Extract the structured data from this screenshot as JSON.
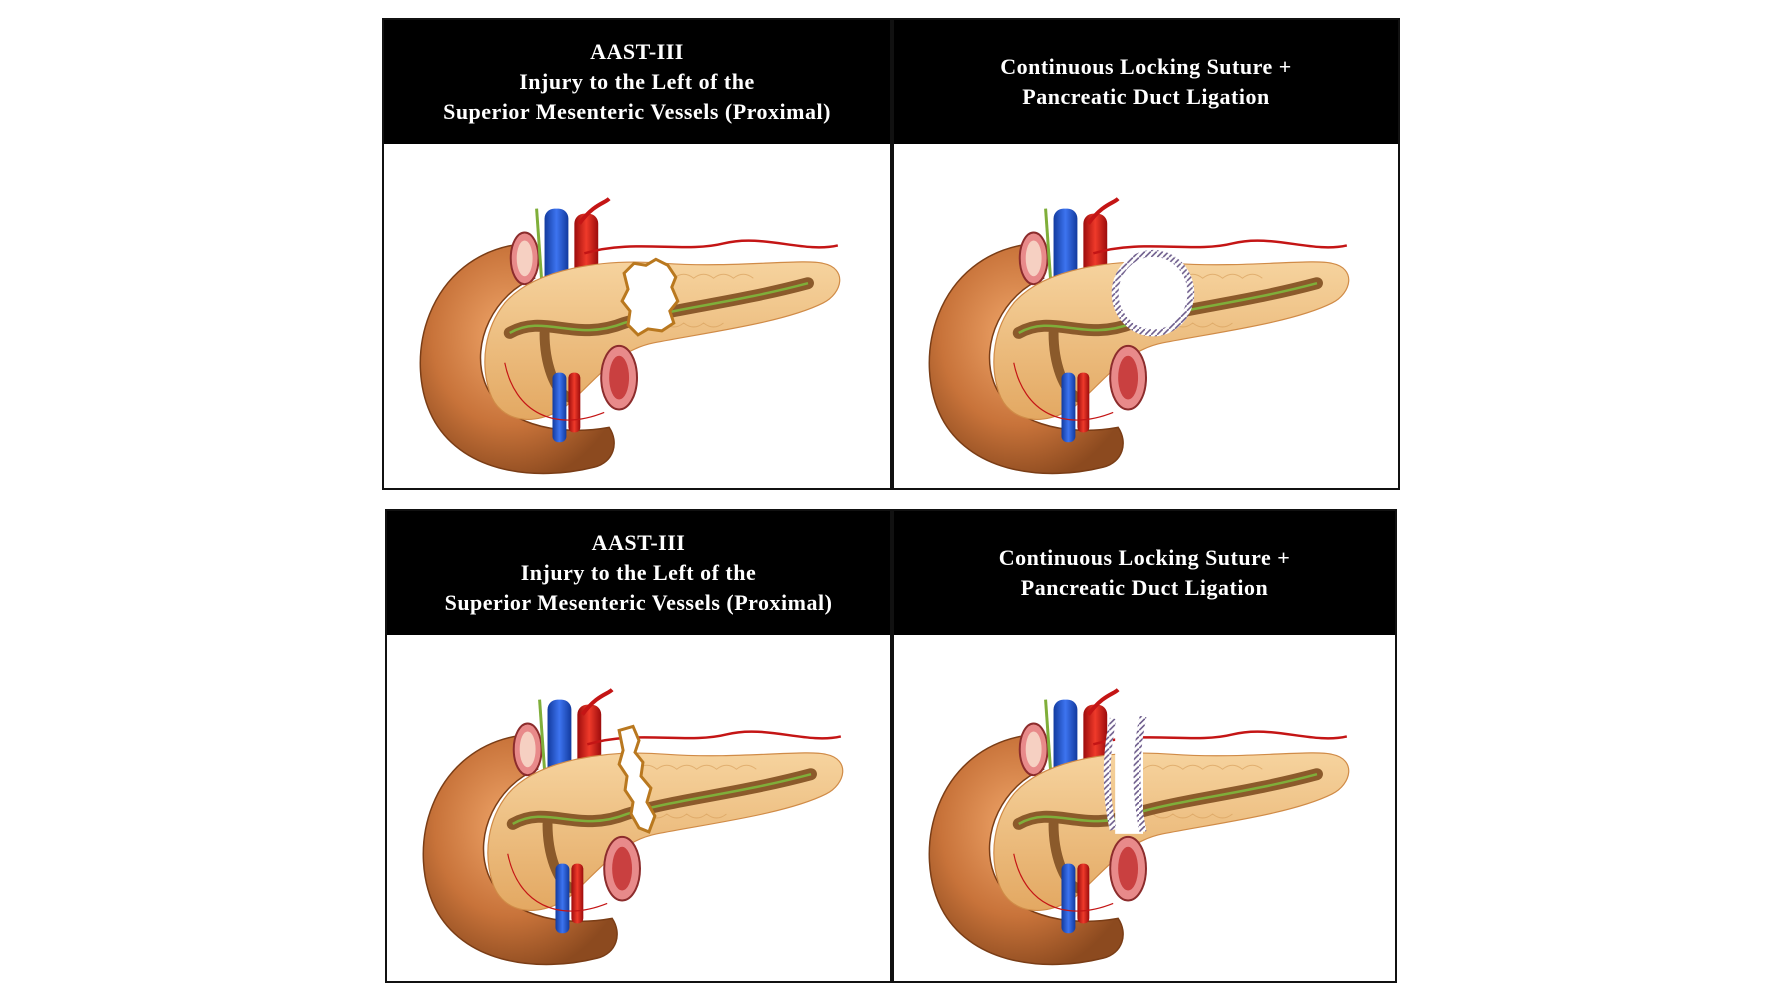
{
  "panels": {
    "top_left": {
      "line1": "AAST-III",
      "line2": "Injury to the Left of the",
      "line3": "Superior Mesenteric Vessels (Proximal)"
    },
    "top_right": {
      "line1": "Continuous Locking Suture +",
      "line2": "Pancreatic Duct Ligation"
    },
    "bottom_left": {
      "line1": "AAST-III",
      "line2": "Injury to the Left of the",
      "line3": "Superior Mesenteric Vessels (Proximal)"
    },
    "bottom_right": {
      "line1": "Continuous Locking Suture +",
      "line2": "Pancreatic Duct Ligation"
    }
  },
  "colors": {
    "header_bg": "#000000",
    "duodenum": "#c8733a",
    "pancreas": "#f1c488",
    "vein": "#1e4fd6",
    "artery": "#d81818",
    "duct": "#8b5a2b",
    "nerve": "#6aa33b"
  },
  "icons": [
    "pancreas-illustration",
    "duodenum",
    "superior-mesenteric-vein",
    "superior-mesenteric-artery",
    "pancreatic-duct",
    "injury-site",
    "suture-line"
  ]
}
